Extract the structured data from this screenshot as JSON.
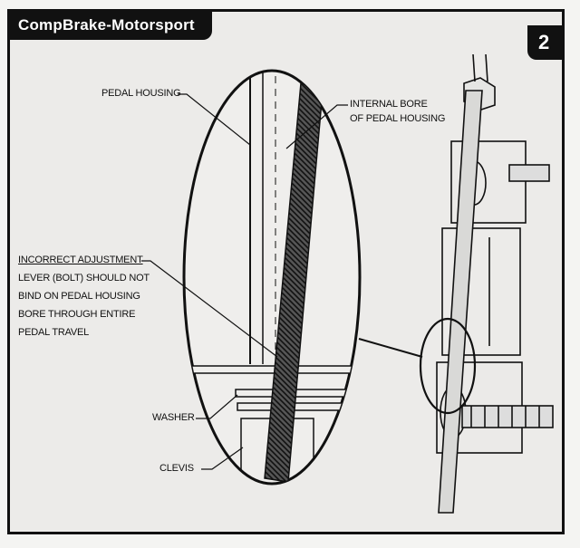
{
  "header": {
    "title": "CompBrake-Motorsport",
    "page_number": "2"
  },
  "labels": {
    "pedal_housing": "PEDAL HOUSING",
    "internal_bore_line1": "INTERNAL BORE",
    "internal_bore_line2": "OF PEDAL HOUSING",
    "incorrect_title": "INCORRECT ADJUSTMENT",
    "incorrect_line2": "LEVER (BOLT) SHOULD NOT",
    "incorrect_line3": "BIND ON PEDAL HOUSING",
    "incorrect_line4": "BORE THROUGH ENTIRE",
    "incorrect_line5": "PEDAL TRAVEL",
    "washer": "WASHER",
    "clevis": "CLEVIS"
  },
  "colors": {
    "ink": "#111111",
    "paper": "#ecebe9"
  }
}
